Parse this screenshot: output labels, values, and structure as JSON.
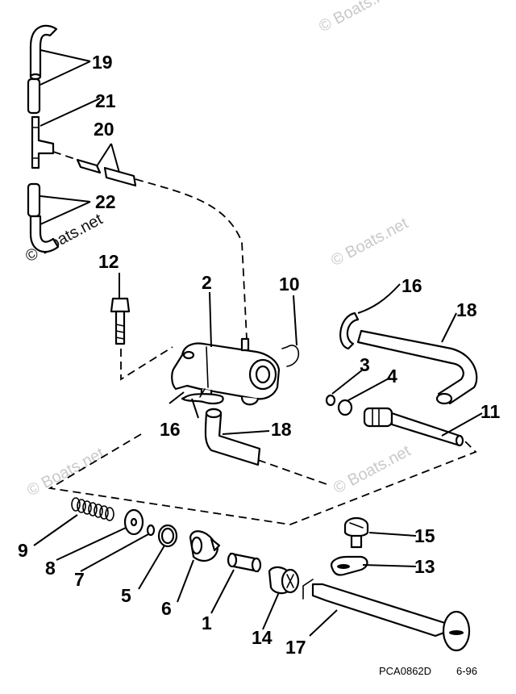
{
  "diagram": {
    "callouts": {
      "n1": "1",
      "n2": "2",
      "n3": "3",
      "n4": "4",
      "n5": "5",
      "n6": "6",
      "n7": "7",
      "n8": "8",
      "n9": "9",
      "n10": "10",
      "n11": "11",
      "n12": "12",
      "n13": "13",
      "n14": "14",
      "n15": "15",
      "n16a": "16",
      "n16b": "16",
      "n17": "17",
      "n18a": "18",
      "n18b": "18",
      "n19": "19",
      "n20": "20",
      "n21": "21",
      "n22": "22"
    },
    "watermark": "© Boats.net",
    "footer": {
      "code": "PCA0862D",
      "date": "6-96"
    }
  }
}
